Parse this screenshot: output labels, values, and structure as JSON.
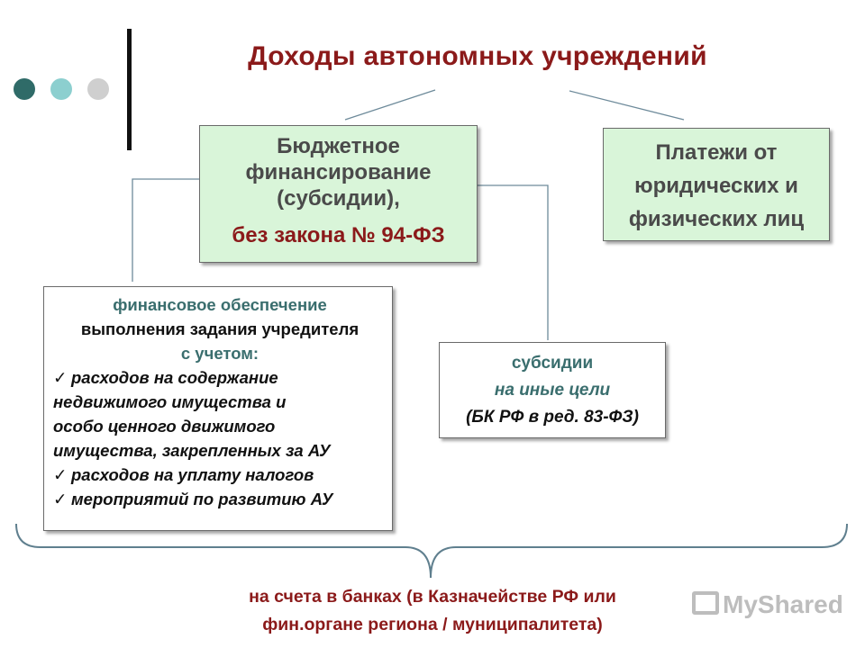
{
  "title": "Доходы автономных учреждений",
  "budget_box": {
    "line1": "Бюджетное",
    "line2": "финансирование",
    "line3": "(субсидии),",
    "law": "без закона № 94-ФЗ"
  },
  "payments_box": {
    "line1": "Платежи от",
    "line2": "юридических и",
    "line3": "физических лиц"
  },
  "financial_support_box": {
    "line1": "финансовое обеспечение",
    "line2": "выполнения задания учредителя",
    "line3": "с учетом:",
    "check_mark": "✓",
    "item1_line1": "расходов на содержание",
    "item1_line2": "недвижимого имущества и",
    "item1_line3": "особо ценного движимого",
    "item1_line4": "имущества, закрепленных за АУ",
    "item2": "расходов на уплату налогов",
    "item3": "мероприятий по развитию АУ"
  },
  "subsidies_box": {
    "line1": "субсидии",
    "line2": "на иные цели",
    "line3": "(БК РФ в ред. 83-ФЗ)"
  },
  "footer": {
    "line1": "на счета в банках (в Казначействе РФ или",
    "line2": "фин.органе региона / муниципалитета)"
  },
  "watermark": {
    "text": "MyShared",
    "icon": "presentation-board-icon"
  },
  "colors": {
    "title": "#8b1a1a",
    "box_green": "#d9f5d9",
    "teal_text": "#3a6e6e",
    "dot_dark": "#2f6b68",
    "dot_light": "#8ccfcf",
    "dot_grey": "#cfcfcf"
  }
}
